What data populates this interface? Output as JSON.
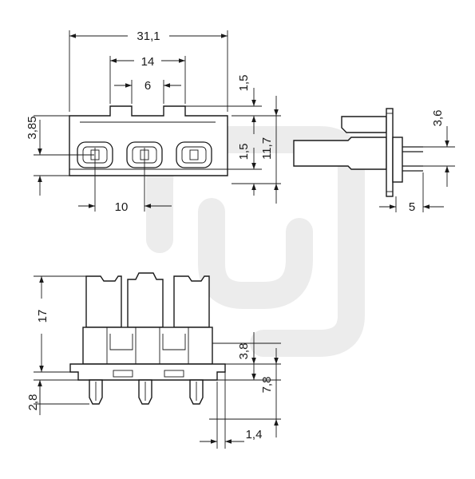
{
  "drawing": {
    "top_view": {
      "overall_width": "31,1",
      "pitch_outer": "14",
      "slot_width": "6",
      "notch_depth": "1,5",
      "side_offset": "3,85",
      "pin_offset": "1,5",
      "body_height": "11,7",
      "contact_pitch": "10"
    },
    "side_view": {
      "pin_spacing": "3,6",
      "flange_to_pin": "5"
    },
    "front_view": {
      "total_height": "17",
      "flange_height": "3,8",
      "flange_to_tip": "7,8",
      "pin_length": "2,8",
      "pin_width": "1,4"
    }
  }
}
